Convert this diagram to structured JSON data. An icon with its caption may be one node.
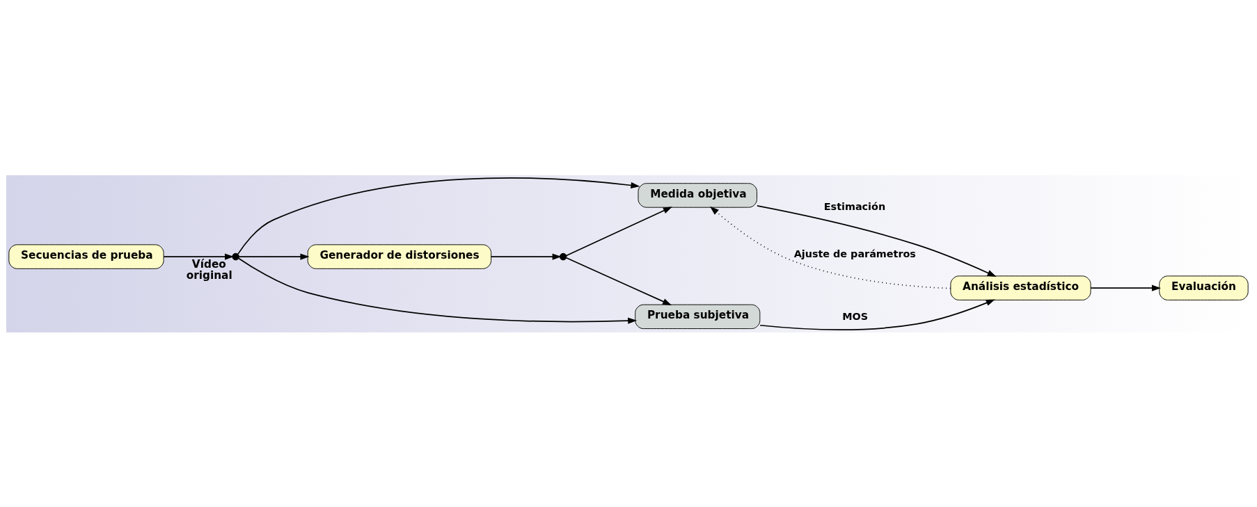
{
  "diagram": {
    "nodes": [
      {
        "text": [
          "Secuencias de prueba"
        ]
      },
      {
        "text": [],
        "shape": "circle",
        "beside": [
          "Vídeo original"
        ]
      },
      {
        "text": [
          "Generador de distorsiones"
        ]
      },
      {
        "text": [],
        "shape": "circle"
      },
      {
        "text": [
          "Medida objetiva"
        ]
      },
      {
        "text": [
          "Prueba subjetiva"
        ]
      },
      {
        "text": [
          "Análisis estadístico"
        ]
      },
      {
        "text": [
          "Evaluación"
        ]
      }
    ],
    "edges": [
      {
        "from": 0,
        "to": 1,
        "arrow": "to"
      },
      {
        "from": 1,
        "to": 4,
        "arrow": "to"
      },
      {
        "from": 1,
        "to": 2,
        "arrow": "to"
      },
      {
        "from": 1,
        "to": 5,
        "arrow": "to"
      },
      {
        "from": 2,
        "to": 3,
        "arrow": "to"
      },
      {
        "from": 3,
        "to": 4,
        "arrow": "to"
      },
      {
        "from": 3,
        "to": 5,
        "arrow": "to"
      },
      {
        "from": 4,
        "to": 6,
        "arrow": "to",
        "label": "Estimación"
      },
      {
        "from": 5,
        "to": 6,
        "arrow": "to",
        "label": "MOS"
      },
      {
        "from": 6,
        "to": 4,
        "arrow": "to",
        "label": "Ajuste de parámetros",
        "style": "dashed"
      },
      {
        "from": 6,
        "to": 7,
        "arrow": "to"
      }
    ]
  }
}
